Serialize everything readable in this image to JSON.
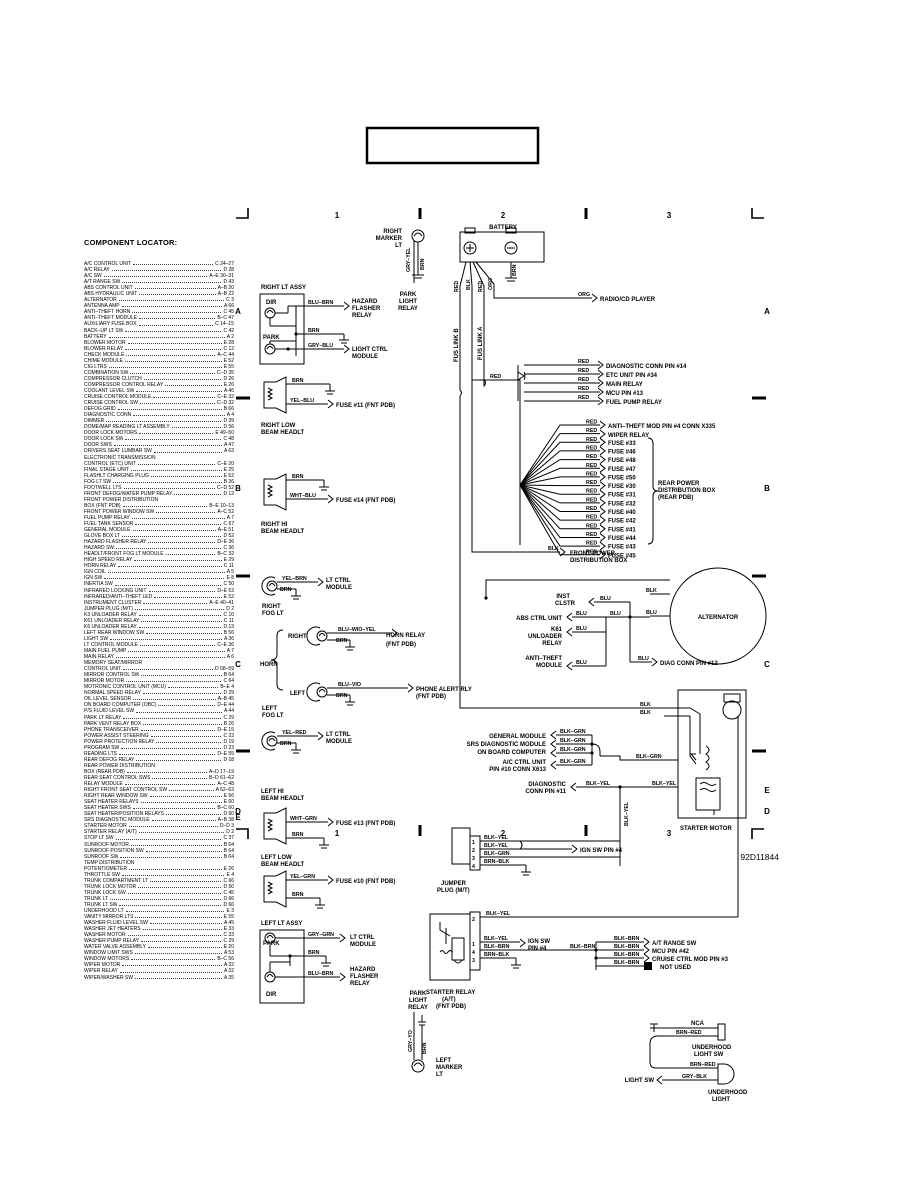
{
  "title_box": "",
  "grid": {
    "columns": [
      "1",
      "2",
      "3"
    ],
    "rows": [
      "A",
      "B",
      "C",
      "D",
      "E"
    ]
  },
  "locator": {
    "title": "COMPONENT LOCATOR:",
    "items": [
      [
        "A/C CONTROL UNIT",
        "C 24–27"
      ],
      [
        "A/C RELAY",
        "D 28"
      ],
      [
        "A/C SW",
        "A–E 30–31"
      ],
      [
        "A/T RANGE SW",
        "D 43"
      ],
      [
        "ABS CONTROL UNIT",
        "A–B 20"
      ],
      [
        "ABS HYDRAULIC UNIT",
        "A–B 22"
      ],
      [
        "ALTERNATOR",
        "C 3"
      ],
      [
        "ANTENNA AMP",
        "A 66"
      ],
      [
        "ANTI–THEFT HORN",
        "C 45"
      ],
      [
        "ANTI–THEFT MODULE",
        "B–C 47"
      ],
      [
        "AUXILIARY FUSE BOX",
        "C 14–15"
      ],
      [
        "BACK–UP LT SW",
        "C 42"
      ],
      [
        "BATTERY",
        "A 2"
      ],
      [
        "BLOWER MOTOR",
        "E 28"
      ],
      [
        "BLOWER RELAY",
        "C 12"
      ],
      [
        "CHECK MODULE",
        "A–C 44"
      ],
      [
        "CHIME MODULE",
        "E 52"
      ],
      [
        "CIG LTRS",
        "E 55"
      ],
      [
        "COMBINATION SW",
        "C–D 35"
      ],
      [
        "COMPRESSOR CLUTCH",
        "D 26"
      ],
      [
        "COMPRESSOR CONTROL RELAY",
        "E 26"
      ],
      [
        "COOLANT LEVEL SW",
        "A 46"
      ],
      [
        "CRUISE CONTROL MODULE",
        "C–E 32"
      ],
      [
        "CRUISE CONTROL SW",
        "C–D 32"
      ],
      [
        "DEFOG GRID",
        "B 66"
      ],
      [
        "DIAGNOSTIC CONN",
        "A 4"
      ],
      [
        "DIMMER",
        "D 39"
      ],
      [
        "DOME/MAP READING LT ASSEMBLY",
        "D 56"
      ],
      [
        "DOOR LOCK MOTORS",
        "E 49–50"
      ],
      [
        "DOOR LOCK SW",
        "C 48"
      ],
      [
        "DOOR SWS",
        "A 47"
      ],
      [
        "DRIVERS SEAT LUMBAR SW",
        "A 63"
      ],
      [
        "ELECTRONIC TRANSMISSION",
        ""
      ],
      [
        "  CONTROL (ETC) UNIT",
        "C–E 20"
      ],
      [
        "FINAL STAGE UNIT",
        "E 25"
      ],
      [
        "FLASHLT CHARGING PLUG",
        "E 52"
      ],
      [
        "FOG LT SW",
        "B 36"
      ],
      [
        "FOOTWELL LTS",
        "C–D 52"
      ],
      [
        "FRONT DEFOG/WATER PUMP RELAY",
        "D 12"
      ],
      [
        "FRONT POWER DISTRIBUTION",
        ""
      ],
      [
        "  BOX (FNT PDB)",
        "B–E 10–13"
      ],
      [
        "FRONT POWER WINDOW SW",
        "A–C 52"
      ],
      [
        "FUEL PUMP RELAY",
        "A 7"
      ],
      [
        "FUEL TANK SENSOR",
        "C 67"
      ],
      [
        "GENERAL MODULE",
        "A–E 51"
      ],
      [
        "GLOVE BOX LT",
        "D 52"
      ],
      [
        "HAZARD FLASHER RELAY",
        "D–E 36"
      ],
      [
        "HAZARD SW",
        "C 36"
      ],
      [
        "HEADLT/FRONT FOG LT MODULE",
        "B–C 32"
      ],
      [
        "HIGH SPEED RELAY",
        "E 29"
      ],
      [
        "HORN RELAY",
        "C 11"
      ],
      [
        "IGN COIL",
        "A 5"
      ],
      [
        "IGN SW",
        "E 8"
      ],
      [
        "INERTIA SW",
        "C 50"
      ],
      [
        "INFRARED LOCKING UNIT",
        "D–E 53"
      ],
      [
        "INFRARED/ANTI–THEFT LED",
        "E 52"
      ],
      [
        "INSTRUMENT CLUSTER",
        "A–E 40–41"
      ],
      [
        "JUMPER PLUG (M/T)",
        "D 2"
      ],
      [
        "K3 UNLOADER RELAY",
        "C 10"
      ],
      [
        "K61 UNLOADER RELAY",
        "C 11"
      ],
      [
        "K6 UNLOADER RELAY",
        "D 13"
      ],
      [
        "LEFT REAR WINDOW SW",
        "B 56"
      ],
      [
        "LIGHT SW",
        "A 36"
      ],
      [
        "LT CONTROL MODULE",
        "C–E 36"
      ],
      [
        "MAIN FUEL PUMP",
        "A 7"
      ],
      [
        "MAIN RELAY",
        "A 6"
      ],
      [
        "MEMORY SEAT/MIRROR",
        ""
      ],
      [
        "  CONTROL UNIT",
        "D 58–59"
      ],
      [
        "MIRROR CONTROL SW",
        "B 64"
      ],
      [
        "MIRROR MOTOR",
        "C 64"
      ],
      [
        "MOTRONIC CONTROL UNIT (MCU)",
        "B–E 4"
      ],
      [
        "NORMAL SPEED RELAY",
        "D 29"
      ],
      [
        "OIL LEVEL SENSOR",
        "A–B 45"
      ],
      [
        "ON BOARD COMPUTER (OBC)",
        "D–E 44"
      ],
      [
        "P/S FLUID LEVEL SW",
        "A 44"
      ],
      [
        "PARK LT RELAY",
        "C 29"
      ],
      [
        "PARK VENT RELAY BOX",
        "B 26"
      ],
      [
        "PHONE TRANSCEIVER",
        "D–E 15"
      ],
      [
        "POWER ASSIST STEERING",
        "C 23"
      ],
      [
        "POWER PROTECTION RELAY",
        "D 19"
      ],
      [
        "PROGRAM SW",
        "D 23"
      ],
      [
        "READING LTS",
        "D–E 55"
      ],
      [
        "REAR DEFOG RELAY",
        "D 18"
      ],
      [
        "REAR POWER DISTRIBUTION",
        ""
      ],
      [
        "  BOX (REAR PDB)",
        "A–D 17–19"
      ],
      [
        "REAR SEAT CONTROL SWS",
        "B–D 61–62"
      ],
      [
        "RELAY MODULE",
        "A–C 48"
      ],
      [
        "RIGHT FRONT SEAT CONTROL SW",
        "A 62–63"
      ],
      [
        "RIGHT REAR WINDOW SW",
        "E 56"
      ],
      [
        "SEAT HEATER RELAYS",
        "E 60"
      ],
      [
        "SEAT HEATER SWS",
        "B–C 60"
      ],
      [
        "SEAT HEATER/POSITION RELAYS",
        "D 60"
      ],
      [
        "SRS DIAGNOSTIC MODULE",
        "A–B 38"
      ],
      [
        "STARTER MOTOR",
        "D–D 3"
      ],
      [
        "STARTER RELAY (A/T)",
        "D 2"
      ],
      [
        "STOP LT SW",
        "C 37"
      ],
      [
        "SUNROOF MOTOR",
        "B 64"
      ],
      [
        "SUNROOF POSITION SW",
        "B 64"
      ],
      [
        "SUNROOF SW",
        "B 64"
      ],
      [
        "TEMP DISTRIBUTION",
        ""
      ],
      [
        "  POTENTIOMETER",
        "E 26"
      ],
      [
        "THROTTLE SW",
        "E 4"
      ],
      [
        "TRUNK COMPARTMENT LT",
        "C 66"
      ],
      [
        "TRUNK LOCK MOTOR",
        "D 50"
      ],
      [
        "TRUNK LOCK SW",
        "C 45"
      ],
      [
        "TRUNK LT",
        "D 66"
      ],
      [
        "TRUNK LT SW",
        "D 66"
      ],
      [
        "UNDERHOOD LT",
        "E 3"
      ],
      [
        "VANITY MIRROR LTS",
        "E 55"
      ],
      [
        "WASHER FLUID LEVEL SW",
        "A 45"
      ],
      [
        "WASHER JET HEATERS",
        "E 33"
      ],
      [
        "WASHER MOTOR",
        "C 33"
      ],
      [
        "WASHER PUMP RELAY",
        "C 29"
      ],
      [
        "WATER VALVE ASSEMBLY",
        "E 20"
      ],
      [
        "WINDOW LIMIT SWS",
        "A 53"
      ],
      [
        "WINDOW MOTORS",
        "B–C 56"
      ],
      [
        "WIPER MOTOR",
        "A 32"
      ],
      [
        "WIPER RELAY",
        "A 32"
      ],
      [
        "WIPER/WASHER SW",
        "A 35"
      ]
    ]
  },
  "labels": {
    "right_marker_lt": [
      "RIGHT",
      "MARKER",
      "LT"
    ],
    "park_light_relay_top": [
      "PARK",
      "LIGHT",
      "RELAY"
    ],
    "battery": "BATTERY",
    "right_lt_assy": "RIGHT LT ASSY",
    "dir": "DIR",
    "park": "PARK",
    "hazard_flasher_relay": [
      "HAZARD",
      "FLASHER",
      "RELAY"
    ],
    "light_ctrl_module": [
      "LIGHT CTRL",
      "MODULE"
    ],
    "fuse11": "FUSE #11 (FNT PDB)",
    "right_low_beam": [
      "RIGHT LOW",
      "BEAM HEADLT"
    ],
    "fuse14": "FUSE #14 (FNT PDB)",
    "right_hi_beam": [
      "RIGHT HI",
      "BEAM HEADLT"
    ],
    "lt_ctrl_module": [
      "LT CTRL",
      "MODULE"
    ],
    "right_fog_lt": [
      "RIGHT",
      "FOG LT"
    ],
    "horn": "HORN",
    "right": "RIGHT",
    "left": "LEFT",
    "horn_relay": [
      "HORN RELAY",
      "(FNT PDB)"
    ],
    "phone_alert_rly": [
      "PHONE ALERT RLY",
      "(FNT PDB)"
    ],
    "left_fog_lt": [
      "LEFT",
      "FOG LT"
    ],
    "left_hi_beam": [
      "LEFT HI",
      "BEAM HEADLT"
    ],
    "fuse13": "FUSE #13 (FNT PDB)",
    "left_low_beam": [
      "LEFT LOW",
      "BEAM HEADLT"
    ],
    "fuse10": "FUSE #10 (FNT PDB)",
    "left_lt_assy": "LEFT LT ASSY",
    "park_light_relay_bottom": [
      "PARK",
      "LIGHT",
      "RELAY"
    ],
    "left_marker_lt": [
      "LEFT",
      "MARKER",
      "LT"
    ],
    "fus_link_b": "FUS LINK B",
    "fus_link_a": "FUS LINK A",
    "radio": "RADIO/CD PLAYER",
    "diag14": "DIAGNOSTIC CONN PIN #14",
    "etc34": "ETC UNIT PIN #34",
    "main_relay": "MAIN RELAY",
    "mcu13": "MCU PIN #13",
    "fuel_pump_relay": "FUEL PUMP RELAY",
    "anti_theft_x335": "ANTI–THEFT MOD PIN #4 CONN X335",
    "wiper_relay": "WIPER RELAY",
    "rear_fuses": [
      "FUSE #33",
      "FUSE #46",
      "FUSE #48",
      "FUSE #47",
      "FUSE #50",
      "FUSE #30",
      "FUSE #31",
      "FUSE #32",
      "FUSE #40",
      "FUSE #42",
      "FUSE #41",
      "FUSE #44",
      "FUSE #43",
      "FUSE #45"
    ],
    "rear_pdb": [
      "REAR POWER",
      "DISTRIBUTION BOX",
      "(REAR PDB)"
    ],
    "front_pdb": [
      "FRONT POWER",
      "DISTRIBUTION BOX"
    ],
    "alternator": "ALTERNATOR",
    "inst_clstr": [
      "INST",
      "CLSTR"
    ],
    "abs_ctrl_unit": "ABS CTRL UNIT",
    "k61_relay": [
      "K61",
      "UNLOADER",
      "RELAY"
    ],
    "anti_theft_module": [
      "ANTI–THEFT",
      "MODULE"
    ],
    "diag12": "DIAG CONN PIN #12",
    "general_module": "GENERAL MODULE",
    "srs_module": "SRS DIAGNOSTIC MODULE",
    "obc": "ON BOARD COMPUTER",
    "ac_ctrl": [
      "A/C CTRL UNIT",
      "PIN #10 CONN X613"
    ],
    "diag11": [
      "DIAGNOSTIC",
      "CONN PIN #11"
    ],
    "starter_motor": "STARTER MOTOR",
    "ign_sw4_a": "IGN SW PIN #4",
    "jumper_plug": [
      "JUMPER",
      "PLUG (M/T)"
    ],
    "ign_sw4_b": [
      "IGN SW",
      "PIN #4"
    ],
    "at_range_sw": "A/T RANGE SW",
    "mcu42": "MCU PIN #42",
    "cruise3": "CRUISE CTRL MOD PIN #3",
    "not_used": "NOT USED",
    "starter_relay": [
      "STARTER RELAY",
      "(A/T)",
      "(FNT PDB)"
    ],
    "nca": "NCA",
    "underhood_sw": [
      "UNDERHOOD",
      "LIGHT SW"
    ],
    "light_sw": "LIGHT SW",
    "underhood_light": [
      "UNDERHOOD",
      "LIGHT"
    ],
    "doc_id": "92D11844"
  },
  "wires": {
    "gry_yel": "GRY–YEL",
    "brn": "BRN",
    "red": "RED",
    "blk": "BLK",
    "org": "ORG",
    "blu": "BLU",
    "blu_brn": "BLU–BRN",
    "gry_blu": "GRY–BLU",
    "yel_blu": "YEL–BLU",
    "wht_blu": "WHT–BLU",
    "yel_brn": "YEL–BRN",
    "blu_wio_yel": "BLU–WIO–YEL",
    "blu_vio": "BLU–VIO",
    "yel_red": "YEL–RED",
    "wht_grn": "WHT–GRN",
    "yel_grn": "YEL–GRN",
    "gry_grn": "GRY–GRN",
    "gry_yo": "GRY–YO",
    "blk_grn": "BLK–GRN",
    "blk_yel": "BLK–YEL",
    "blk_brn": "BLK–BRN",
    "brn_blk": "BRN–BLK",
    "brn_red": "BRN–RED",
    "gry_blk": "GRY–BLK"
  }
}
